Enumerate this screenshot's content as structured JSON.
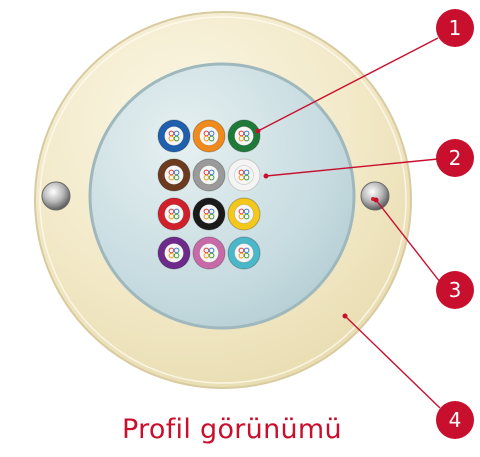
{
  "diagram": {
    "caption": "Profil görünümü",
    "callouts": [
      {
        "label": "1"
      },
      {
        "label": "2"
      },
      {
        "label": "3"
      },
      {
        "label": "4"
      }
    ],
    "fiber_tubes": [
      {
        "color": "#1f5fae"
      },
      {
        "color": "#f08a1c"
      },
      {
        "color": "#1f7a3a"
      },
      {
        "color": "#6b3a1f"
      },
      {
        "color": "#9a9a9a"
      },
      {
        "color": "#f4f4f4"
      },
      {
        "color": "#d2202a"
      },
      {
        "color": "#1a1a1a"
      },
      {
        "color": "#f4c81a"
      },
      {
        "color": "#6d2a8a"
      },
      {
        "color": "#c86aa8"
      },
      {
        "color": "#4ab8c8"
      }
    ],
    "colors": {
      "accent": "#c8102e",
      "outer_ring": "#f3ebcf",
      "inner_window": "#c9dde2"
    }
  }
}
